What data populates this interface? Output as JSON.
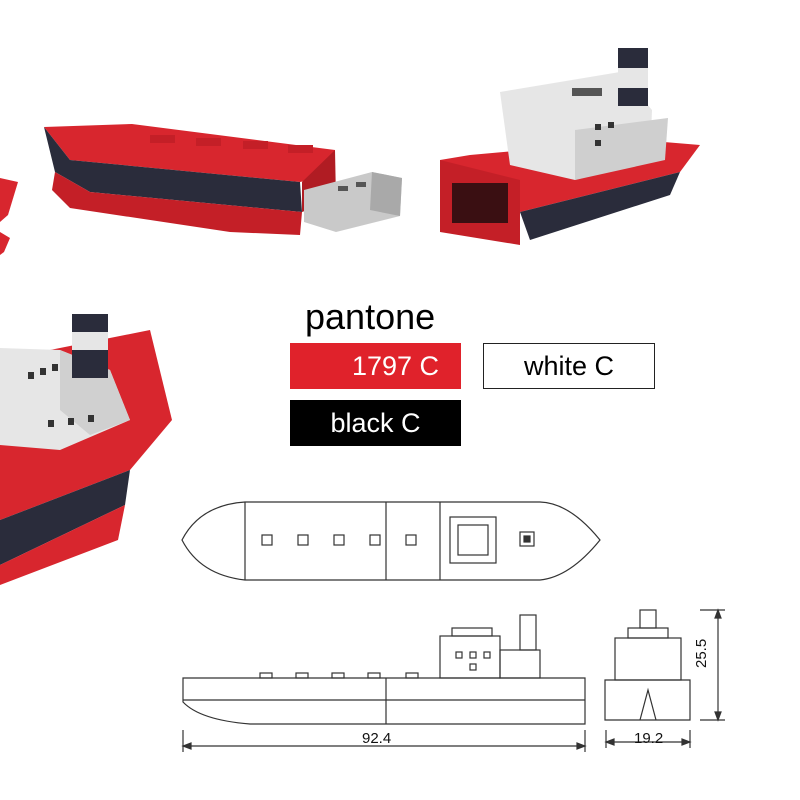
{
  "palette": {
    "title": "pantone",
    "swatches": [
      {
        "label": "1797 C",
        "color": "#e0222b"
      },
      {
        "label": "white C",
        "color": "#ffffff"
      },
      {
        "label": "black C",
        "color": "#000000"
      }
    ]
  },
  "dimensions": {
    "length": "92.4",
    "width": "19.2",
    "height": "25.5"
  },
  "colors": {
    "hull_red": "#d8262e",
    "hull_dark": "#2a2c3b",
    "superstructure": "#e6e6e6",
    "usb_metal": "#c9c9c9",
    "line": "#333333"
  }
}
